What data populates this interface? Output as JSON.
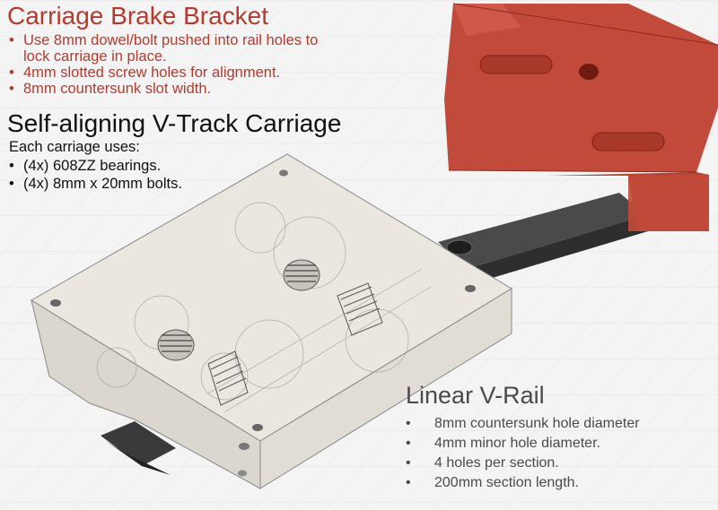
{
  "brake_bracket": {
    "title": "Carriage Brake Bracket",
    "bullets": [
      "Use 8mm dowel/bolt pushed into rail holes to",
      "lock carriage in place.",
      "4mm slotted screw holes for alignment.",
      "8mm countersunk slot width."
    ],
    "bullet_glyph": "•"
  },
  "carriage": {
    "title": "Self-aligning V-Track Carriage",
    "intro": "Each carriage uses:",
    "bullets": [
      "(4x) 608ZZ bearings.",
      "(4x) 8mm x 20mm bolts."
    ]
  },
  "rail": {
    "title": "Linear V-Rail",
    "bullets": [
      "8mm countersunk hole diameter",
      "4mm minor hole diameter.",
      "4 holes per section.",
      "200mm section length."
    ]
  },
  "colors": {
    "bracket_red": "#c24a3a",
    "bracket_text": "#b63a2e",
    "carriage_body": "#e6e2da",
    "rail_dark": "#3a3a3a"
  }
}
